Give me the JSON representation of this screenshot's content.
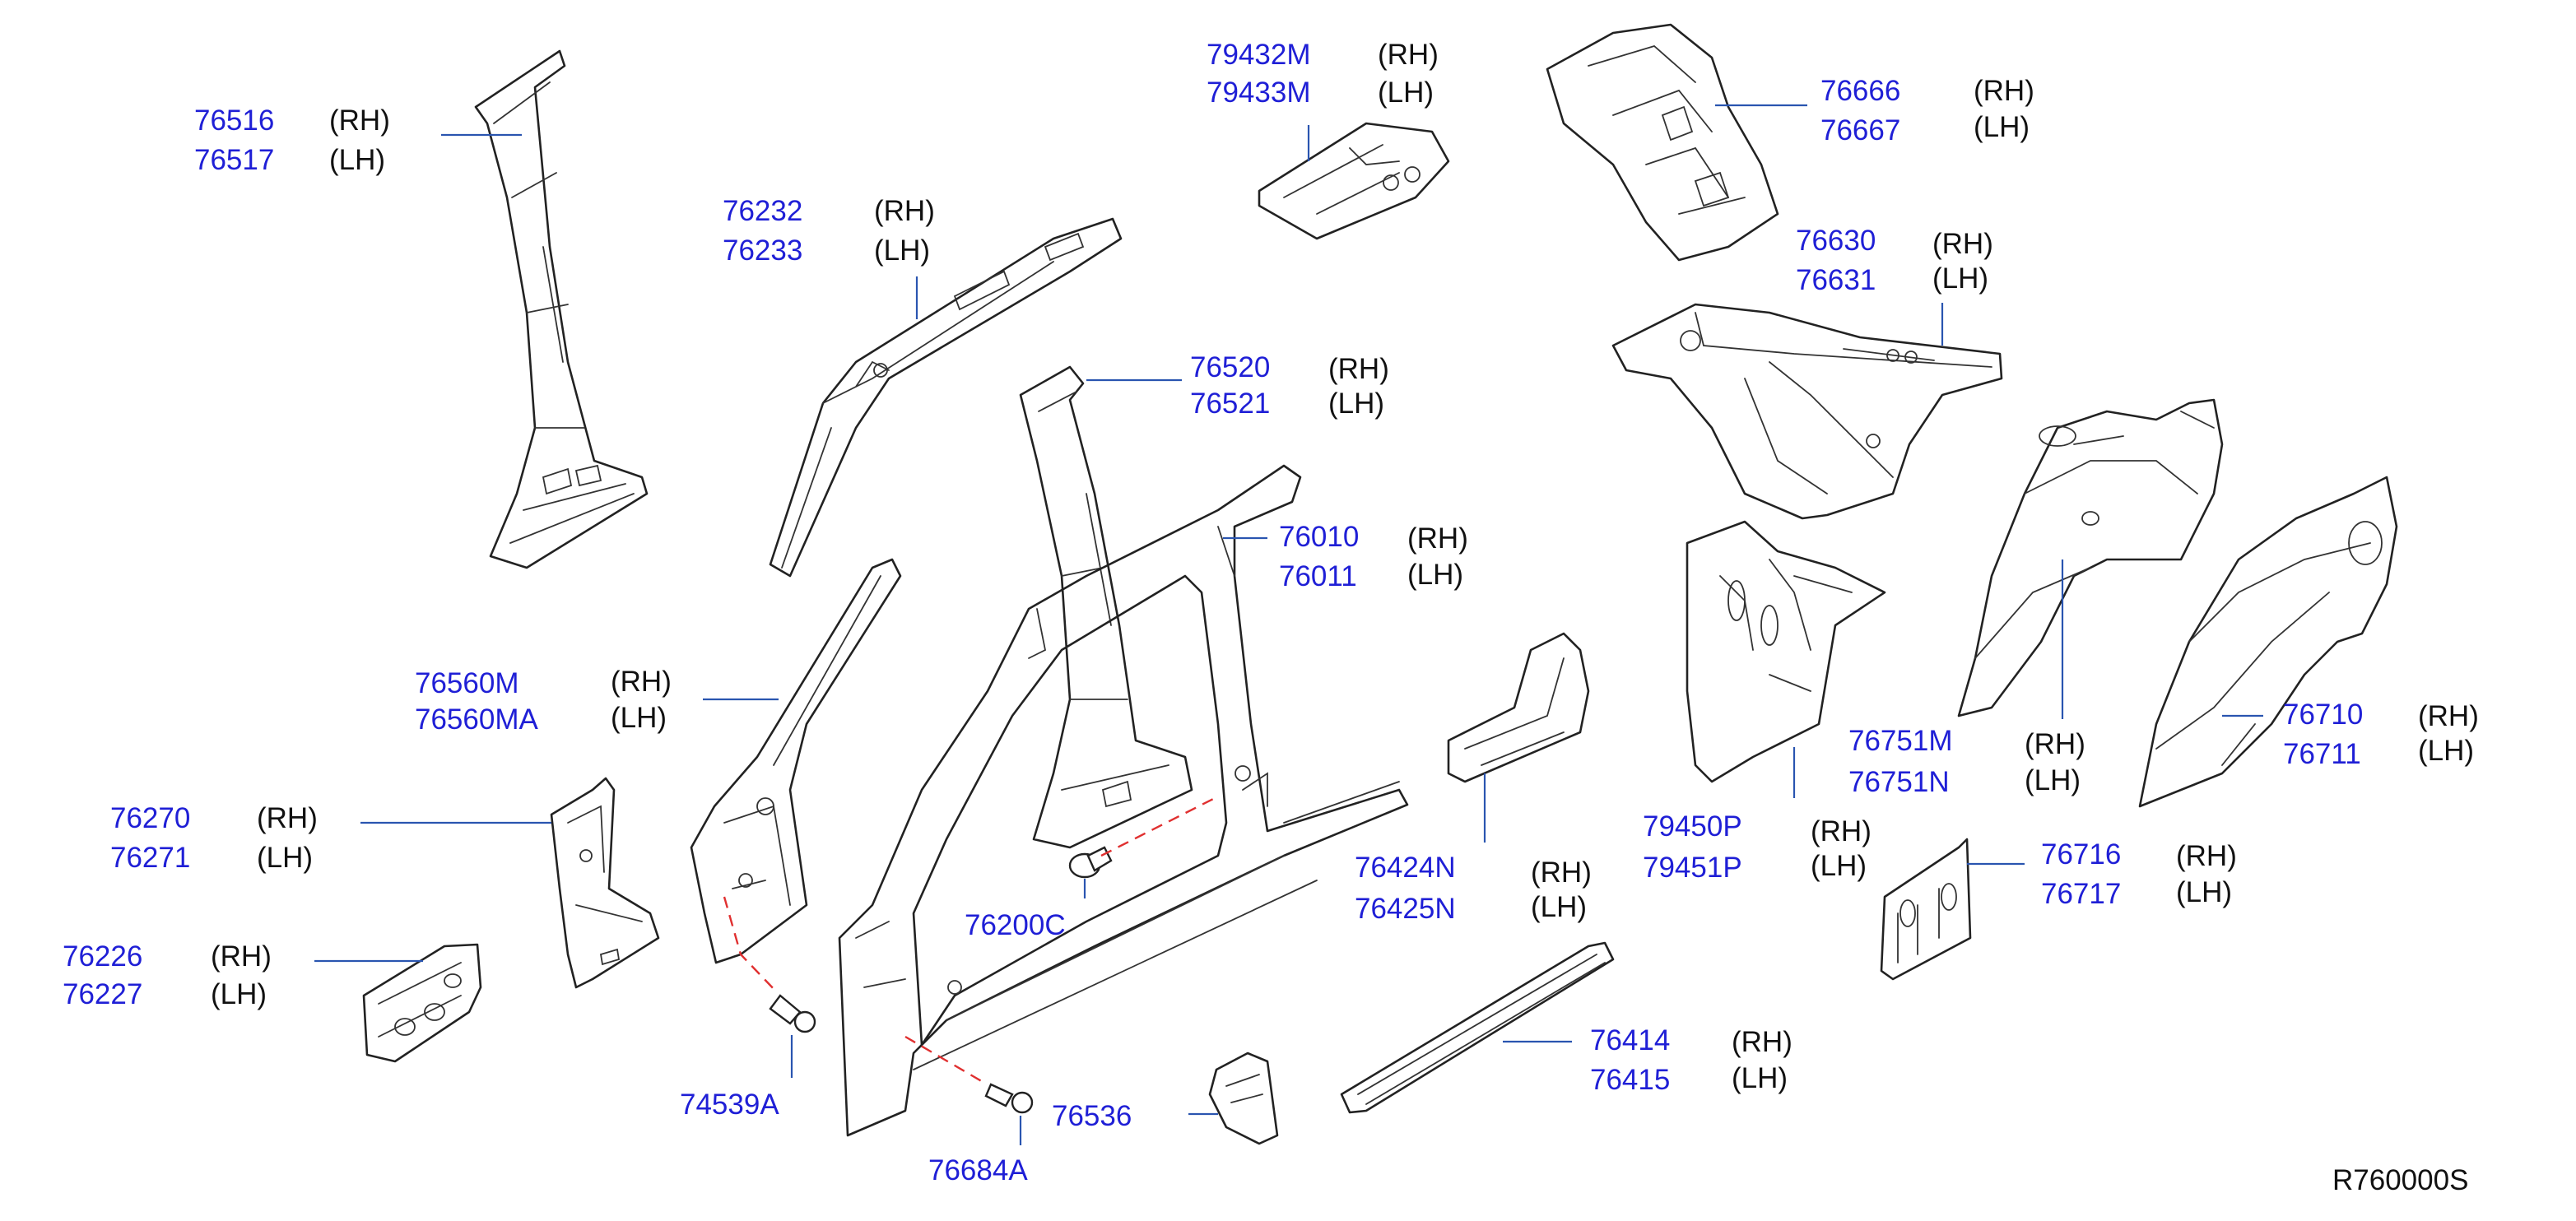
{
  "diagram": {
    "reference_code": "R760000S",
    "callouts": [
      {
        "id": "c-76516",
        "parts": [
          "76516",
          "76517"
        ],
        "sides": [
          "(RH)",
          "(LH)"
        ]
      },
      {
        "id": "c-76232",
        "parts": [
          "76232",
          "76233"
        ],
        "sides": [
          "(RH)",
          "(LH)"
        ]
      },
      {
        "id": "c-79432",
        "parts": [
          "79432M",
          "79433M"
        ],
        "sides": [
          "(RH)",
          "(LH)"
        ]
      },
      {
        "id": "c-76666",
        "parts": [
          "76666",
          "76667"
        ],
        "sides": [
          "(RH)",
          "(LH)"
        ]
      },
      {
        "id": "c-76630",
        "parts": [
          "76630",
          "76631"
        ],
        "sides": [
          "(RH)",
          "(LH)"
        ]
      },
      {
        "id": "c-76520",
        "parts": [
          "76520",
          "76521"
        ],
        "sides": [
          "(RH)",
          "(LH)"
        ]
      },
      {
        "id": "c-76010",
        "parts": [
          "76010",
          "76011"
        ],
        "sides": [
          "(RH)",
          "(LH)"
        ]
      },
      {
        "id": "c-76560",
        "parts": [
          "76560M",
          "76560MA"
        ],
        "sides": [
          "(RH)",
          "(LH)"
        ]
      },
      {
        "id": "c-76270",
        "parts": [
          "76270",
          "76271"
        ],
        "sides": [
          "(RH)",
          "(LH)"
        ]
      },
      {
        "id": "c-76226",
        "parts": [
          "76226",
          "76227"
        ],
        "sides": [
          "(RH)",
          "(LH)"
        ]
      },
      {
        "id": "c-74539",
        "parts": [
          "74539A"
        ],
        "sides": []
      },
      {
        "id": "c-76200",
        "parts": [
          "76200C"
        ],
        "sides": []
      },
      {
        "id": "c-76536",
        "parts": [
          "76536"
        ],
        "sides": []
      },
      {
        "id": "c-76684",
        "parts": [
          "76684A"
        ],
        "sides": []
      },
      {
        "id": "c-76424",
        "parts": [
          "76424N",
          "76425N"
        ],
        "sides": [
          "(RH)",
          "(LH)"
        ]
      },
      {
        "id": "c-76414",
        "parts": [
          "76414",
          "76415"
        ],
        "sides": [
          "(RH)",
          "(LH)"
        ]
      },
      {
        "id": "c-79450",
        "parts": [
          "79450P",
          "79451P"
        ],
        "sides": [
          "(RH)",
          "(LH)"
        ]
      },
      {
        "id": "c-76751",
        "parts": [
          "76751M",
          "76751N"
        ],
        "sides": [
          "(RH)",
          "(LH)"
        ]
      },
      {
        "id": "c-76710",
        "parts": [
          "76710",
          "76711"
        ],
        "sides": [
          "(RH)",
          "(LH)"
        ]
      },
      {
        "id": "c-76716",
        "parts": [
          "76716",
          "76717"
        ],
        "sides": [
          "(RH)",
          "(LH)"
        ]
      }
    ]
  }
}
